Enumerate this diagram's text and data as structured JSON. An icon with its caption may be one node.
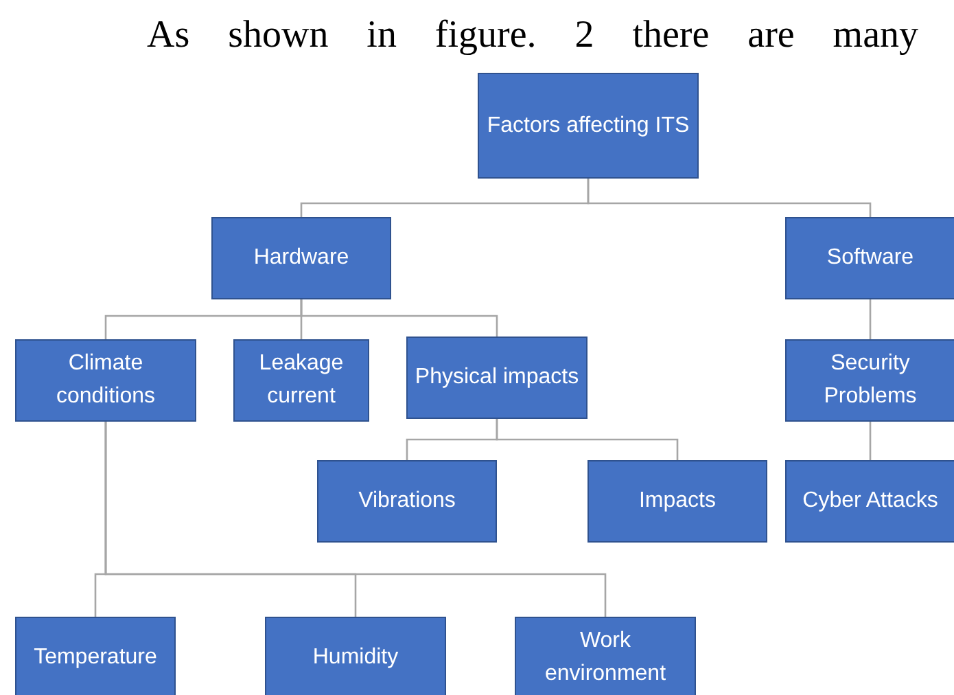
{
  "diagram": {
    "nodes": [
      {
        "text": [
          "Factors affecting ITS"
        ]
      },
      {
        "text": [
          "Hardware"
        ]
      },
      {
        "text": [
          "Software"
        ]
      },
      {
        "text": [
          "Climate conditions"
        ]
      },
      {
        "text": [
          "Leakage current"
        ]
      },
      {
        "text": [
          "Physical impacts"
        ]
      },
      {
        "text": [
          "Security Problems"
        ]
      },
      {
        "text": [
          "Vibrations"
        ]
      },
      {
        "text": [
          "Impacts"
        ]
      },
      {
        "text": [
          "Cyber Attacks"
        ]
      },
      {
        "text": [
          "Temperature"
        ]
      },
      {
        "text": [
          "Humidity"
        ]
      },
      {
        "text": [
          "Work environment"
        ]
      }
    ],
    "edges": [
      {
        "from": 0,
        "to": 1,
        "arrow": "none"
      },
      {
        "from": 0,
        "to": 2,
        "arrow": "none"
      },
      {
        "from": 1,
        "to": 3,
        "arrow": "none"
      },
      {
        "from": 1,
        "to": 4,
        "arrow": "none"
      },
      {
        "from": 1,
        "to": 5,
        "arrow": "none"
      },
      {
        "from": 2,
        "to": 6,
        "arrow": "none"
      },
      {
        "from": 5,
        "to": 7,
        "arrow": "none"
      },
      {
        "from": 5,
        "to": 8,
        "arrow": "none"
      },
      {
        "from": 6,
        "to": 9,
        "arrow": "none"
      },
      {
        "from": 3,
        "to": 10,
        "arrow": "none"
      },
      {
        "from": 3,
        "to": 11,
        "arrow": "none"
      },
      {
        "from": 3,
        "to": 12,
        "arrow": "none"
      }
    ],
    "labels": [
      "As shown in figure. 2 there are many"
    ]
  }
}
